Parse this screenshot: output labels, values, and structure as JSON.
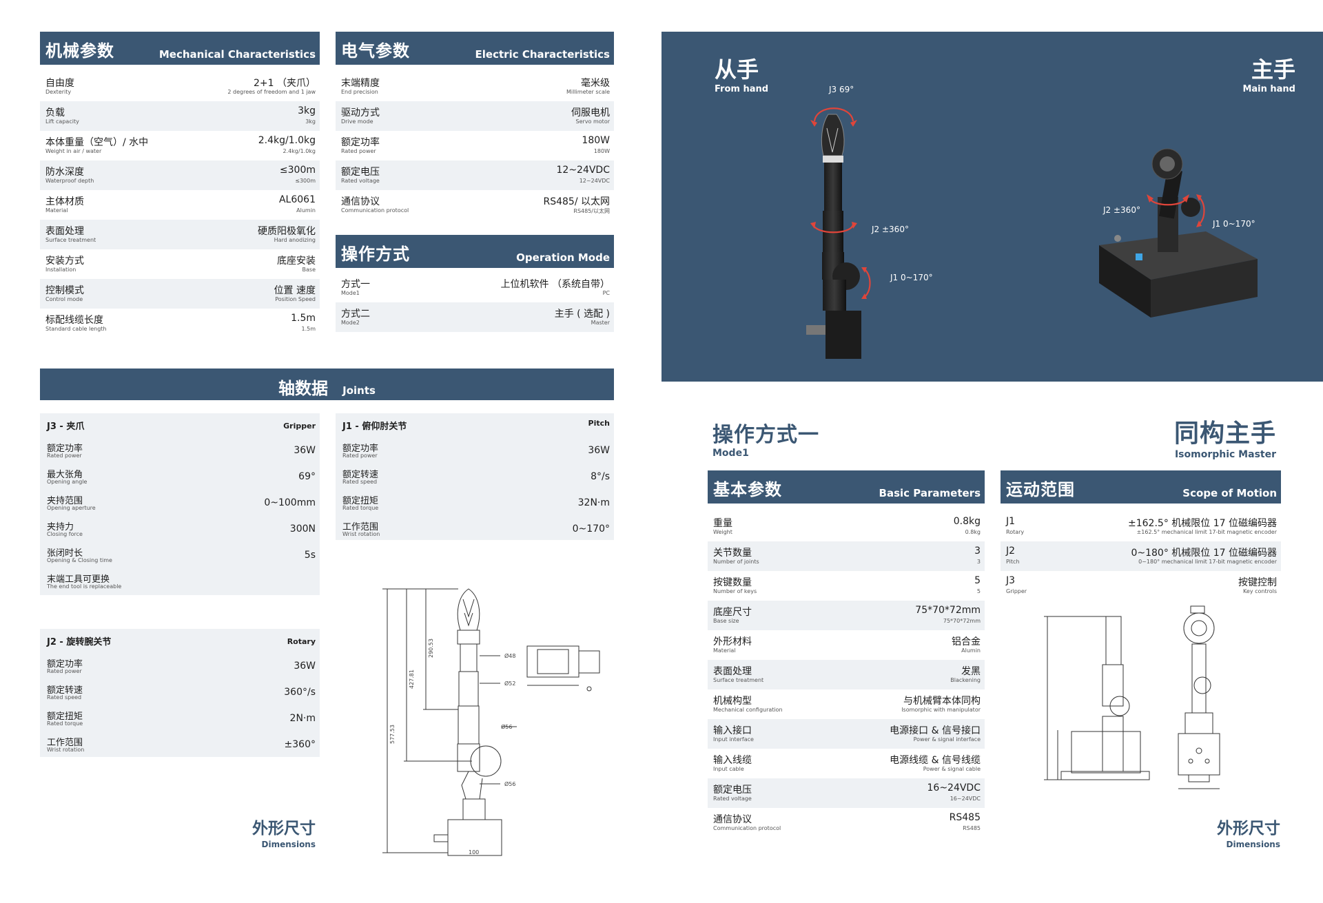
{
  "mechanical": {
    "title_cn": "机械参数",
    "title_en": "Mechanical Characteristics",
    "rows": [
      {
        "k": "自由度",
        "ks": "Dexterity",
        "v": "2+1 （夹爪）",
        "vs": "2 degrees of freedom and 1 jaw"
      },
      {
        "k": "负载",
        "ks": "Lift capacity",
        "v": "3kg",
        "vs": "3kg"
      },
      {
        "k": "本体重量（空气）/ 水中",
        "ks": "Weight in air / water",
        "v": "2.4kg/1.0kg",
        "vs": "2.4kg/1.0kg"
      },
      {
        "k": "防水深度",
        "ks": "Waterproof depth",
        "v": "≤300m",
        "vs": "≤300m"
      },
      {
        "k": "主体材质",
        "ks": "Material",
        "v": "AL6061",
        "vs": "Alumin"
      },
      {
        "k": "表面处理",
        "ks": "Surface treatment",
        "v": "硬质阳极氧化",
        "vs": "Hard anodizing"
      },
      {
        "k": "安装方式",
        "ks": "Installation",
        "v": "底座安装",
        "vs": "Base"
      },
      {
        "k": "控制模式",
        "ks": "Control mode",
        "v": "位置    速度",
        "vs": "Position    Speed"
      },
      {
        "k": "标配线缆长度",
        "ks": "Standard cable length",
        "v": "1.5m",
        "vs": "1.5m"
      }
    ]
  },
  "electric": {
    "title_cn": "电气参数",
    "title_en": "Electric Characteristics",
    "rows": [
      {
        "k": "末端精度",
        "ks": "End precision",
        "v": "毫米级",
        "vs": "Millimeter scale"
      },
      {
        "k": "驱动方式",
        "ks": "Drive mode",
        "v": "伺服电机",
        "vs": "Servo motor"
      },
      {
        "k": "额定功率",
        "ks": "Rated power",
        "v": "180W",
        "vs": "180W"
      },
      {
        "k": "额定电压",
        "ks": "Rated voltage",
        "v": "12~24VDC",
        "vs": "12~24VDC"
      },
      {
        "k": "通信协议",
        "ks": "Communication protocol",
        "v": "RS485/ 以太网",
        "vs": "RS485/以太网"
      }
    ]
  },
  "operation": {
    "title_cn": "操作方式",
    "title_en": "Operation Mode",
    "rows": [
      {
        "k": "方式一",
        "ks": "Mode1",
        "v": "上位机软件 （系统自带）",
        "vs": "PC"
      },
      {
        "k": "方式二",
        "ks": "Mode2",
        "v": "主手 ( 选配 )",
        "vs": "Master"
      }
    ]
  },
  "joints": {
    "title_cn": "轴数据",
    "title_en": "Joints",
    "j3": {
      "title": "J3 - 夹爪",
      "en": "Gripper",
      "rows": [
        {
          "k": "额定功率",
          "ks": "Rated power",
          "v": "36W"
        },
        {
          "k": "最大张角",
          "ks": "Opening angle",
          "v": "69°"
        },
        {
          "k": "夹持范围",
          "ks": "Opening aperture",
          "v": "0~100mm"
        },
        {
          "k": "夹持力",
          "ks": "Closing force",
          "v": "300N"
        },
        {
          "k": "张闭时长",
          "ks": "Opening & Closing time",
          "v": "5s"
        },
        {
          "k": "末端工具可更换",
          "ks": "The end tool is replaceable",
          "v": ""
        }
      ]
    },
    "j1": {
      "title": "J1 - 俯仰肘关节",
      "en": "Pitch",
      "rows": [
        {
          "k": "额定功率",
          "ks": "Rated power",
          "v": "36W"
        },
        {
          "k": "额定转速",
          "ks": "Rated speed",
          "v": "8°/s"
        },
        {
          "k": "额定扭矩",
          "ks": "Rated torque",
          "v": "32N·m"
        },
        {
          "k": "工作范围",
          "ks": "Wrist rotation",
          "v": "0~170°"
        }
      ]
    },
    "j2": {
      "title": "J2 - 旋转腕关节",
      "en": "Rotary",
      "rows": [
        {
          "k": "额定功率",
          "ks": "Rated power",
          "v": "36W"
        },
        {
          "k": "额定转速",
          "ks": "Rated speed",
          "v": "360°/s"
        },
        {
          "k": "额定扭矩",
          "ks": "Rated torque",
          "v": "2N·m"
        },
        {
          "k": "工作范围",
          "ks": "Wrist rotation",
          "v": "±360°"
        }
      ]
    }
  },
  "dimensions_left": {
    "cn": "外形尺寸",
    "en": "Dimensions",
    "labels": {
      "d1": "Ø48",
      "d2": "Ø52",
      "d3": "Ø56",
      "d4": "Ø56",
      "h1": "290.53",
      "h2": "427.81",
      "h3": "577.53",
      "w": "100"
    }
  },
  "hero": {
    "from_cn": "从手",
    "from_en": "From hand",
    "main_cn": "主手",
    "main_en": "Main hand",
    "j3": "J3 69°",
    "j2": "J2 ±360°",
    "j1": "J1 0~170°",
    "m_j2": "J2 ±360°",
    "m_j1": "J1 0~170°",
    "bg": "#3b5773"
  },
  "mode1": {
    "cn": "操作方式一",
    "en": "Mode1"
  },
  "master": {
    "cn": "同构主手",
    "en": "Isomorphic Master"
  },
  "basic": {
    "title_cn": "基本参数",
    "title_en": "Basic Parameters",
    "rows": [
      {
        "k": "重量",
        "ks": "Weight",
        "v": "0.8kg",
        "vs": "0.8kg"
      },
      {
        "k": "关节数量",
        "ks": "Number of joints",
        "v": "3",
        "vs": "3"
      },
      {
        "k": "按键数量",
        "ks": "Number of keys",
        "v": "5",
        "vs": "5"
      },
      {
        "k": "底座尺寸",
        "ks": "Base size",
        "v": "75*70*72mm",
        "vs": "75*70*72mm"
      },
      {
        "k": "外形材料",
        "ks": "Material",
        "v": "铝合金",
        "vs": "Alumin"
      },
      {
        "k": "表面处理",
        "ks": "Surface treatment",
        "v": "发黑",
        "vs": "Blackening"
      },
      {
        "k": "机械构型",
        "ks": "Mechanical configuration",
        "v": "与机械臂本体同构",
        "vs": "Isomorphic with manipulator"
      },
      {
        "k": "输入接口",
        "ks": "Input interface",
        "v": "电源接口 & 信号接口",
        "vs": "Power & signal interface"
      },
      {
        "k": "输入线缆",
        "ks": "Input cable",
        "v": "电源线缆 & 信号线缆",
        "vs": "Power & signal cable"
      },
      {
        "k": "额定电压",
        "ks": "Rated voltage",
        "v": "16~24VDC",
        "vs": "16~24VDC"
      },
      {
        "k": "通信协议",
        "ks": "Communication protocol",
        "v": "RS485",
        "vs": "RS485"
      }
    ]
  },
  "motion": {
    "title_cn": "运动范围",
    "title_en": "Scope of Motion",
    "rows": [
      {
        "k": "J1",
        "ks": "Rotary",
        "v": "±162.5° 机械限位 17 位磁编码器",
        "vs": "±162.5° mechanical limit 17-bit magnetic encoder"
      },
      {
        "k": "J2",
        "ks": "Pitch",
        "v": "0~180° 机械限位 17 位磁编码器",
        "vs": "0~180° mechanical limit 17-bit magnetic encoder"
      },
      {
        "k": "J3",
        "ks": "Gripper",
        "v": "按键控制",
        "vs": "Key controls"
      }
    ]
  },
  "dimensions_right": {
    "cn": "外形尺寸",
    "en": "Dimensions"
  }
}
